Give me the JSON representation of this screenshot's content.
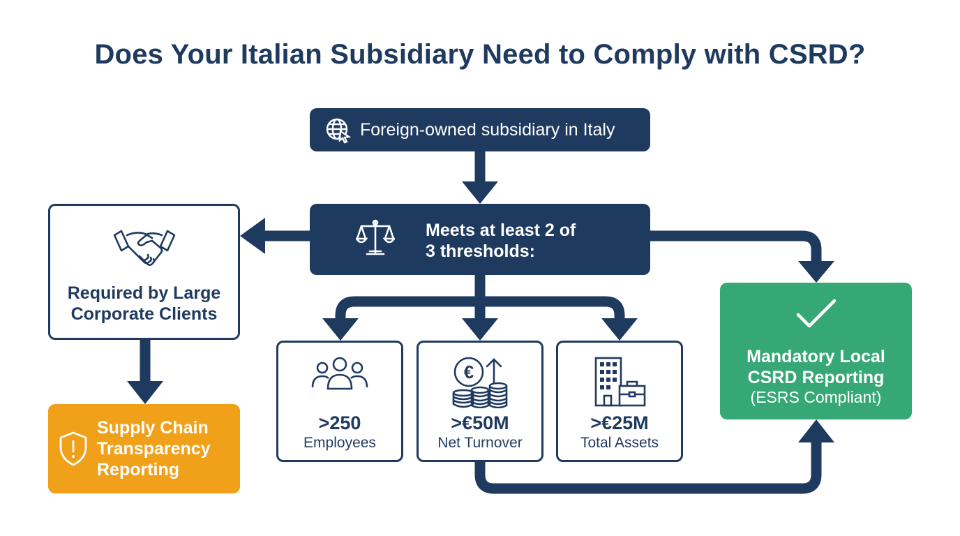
{
  "title": "Does Your Italian Subsidiary Need to Comply with CSRD?",
  "nodes": {
    "start": {
      "label": "Foreign-owned subsidiary in Italy",
      "icon": "globe-cursor-icon"
    },
    "thresholds": {
      "line1": "Meets at least 2 of",
      "line2": "3 thresholds:",
      "icon": "scales-icon"
    },
    "clients": {
      "line1": "Required by Large",
      "line2": "Corporate Clients",
      "icon": "handshake-icon"
    },
    "supply_chain": {
      "line1": "Supply Chain",
      "line2": "Transparency",
      "line3": "Reporting",
      "icon": "shield-alert-icon"
    },
    "employees": {
      "value": ">250",
      "label": "Employees",
      "icon": "people-icon"
    },
    "turnover": {
      "value": ">€50M",
      "label": "Net Turnover",
      "icon": "euro-coins-icon"
    },
    "assets": {
      "value": ">€25M",
      "label": "Total Assets",
      "icon": "building-briefcase-icon"
    },
    "mandatory": {
      "line1": "Mandatory Local",
      "line2": "CSRD Reporting",
      "sub": "(ESRS Compliant)",
      "icon": "checkmark-icon"
    }
  },
  "colors": {
    "navy": "#1f3a5f",
    "green": "#36a876",
    "orange": "#f0a019",
    "white": "#ffffff"
  }
}
